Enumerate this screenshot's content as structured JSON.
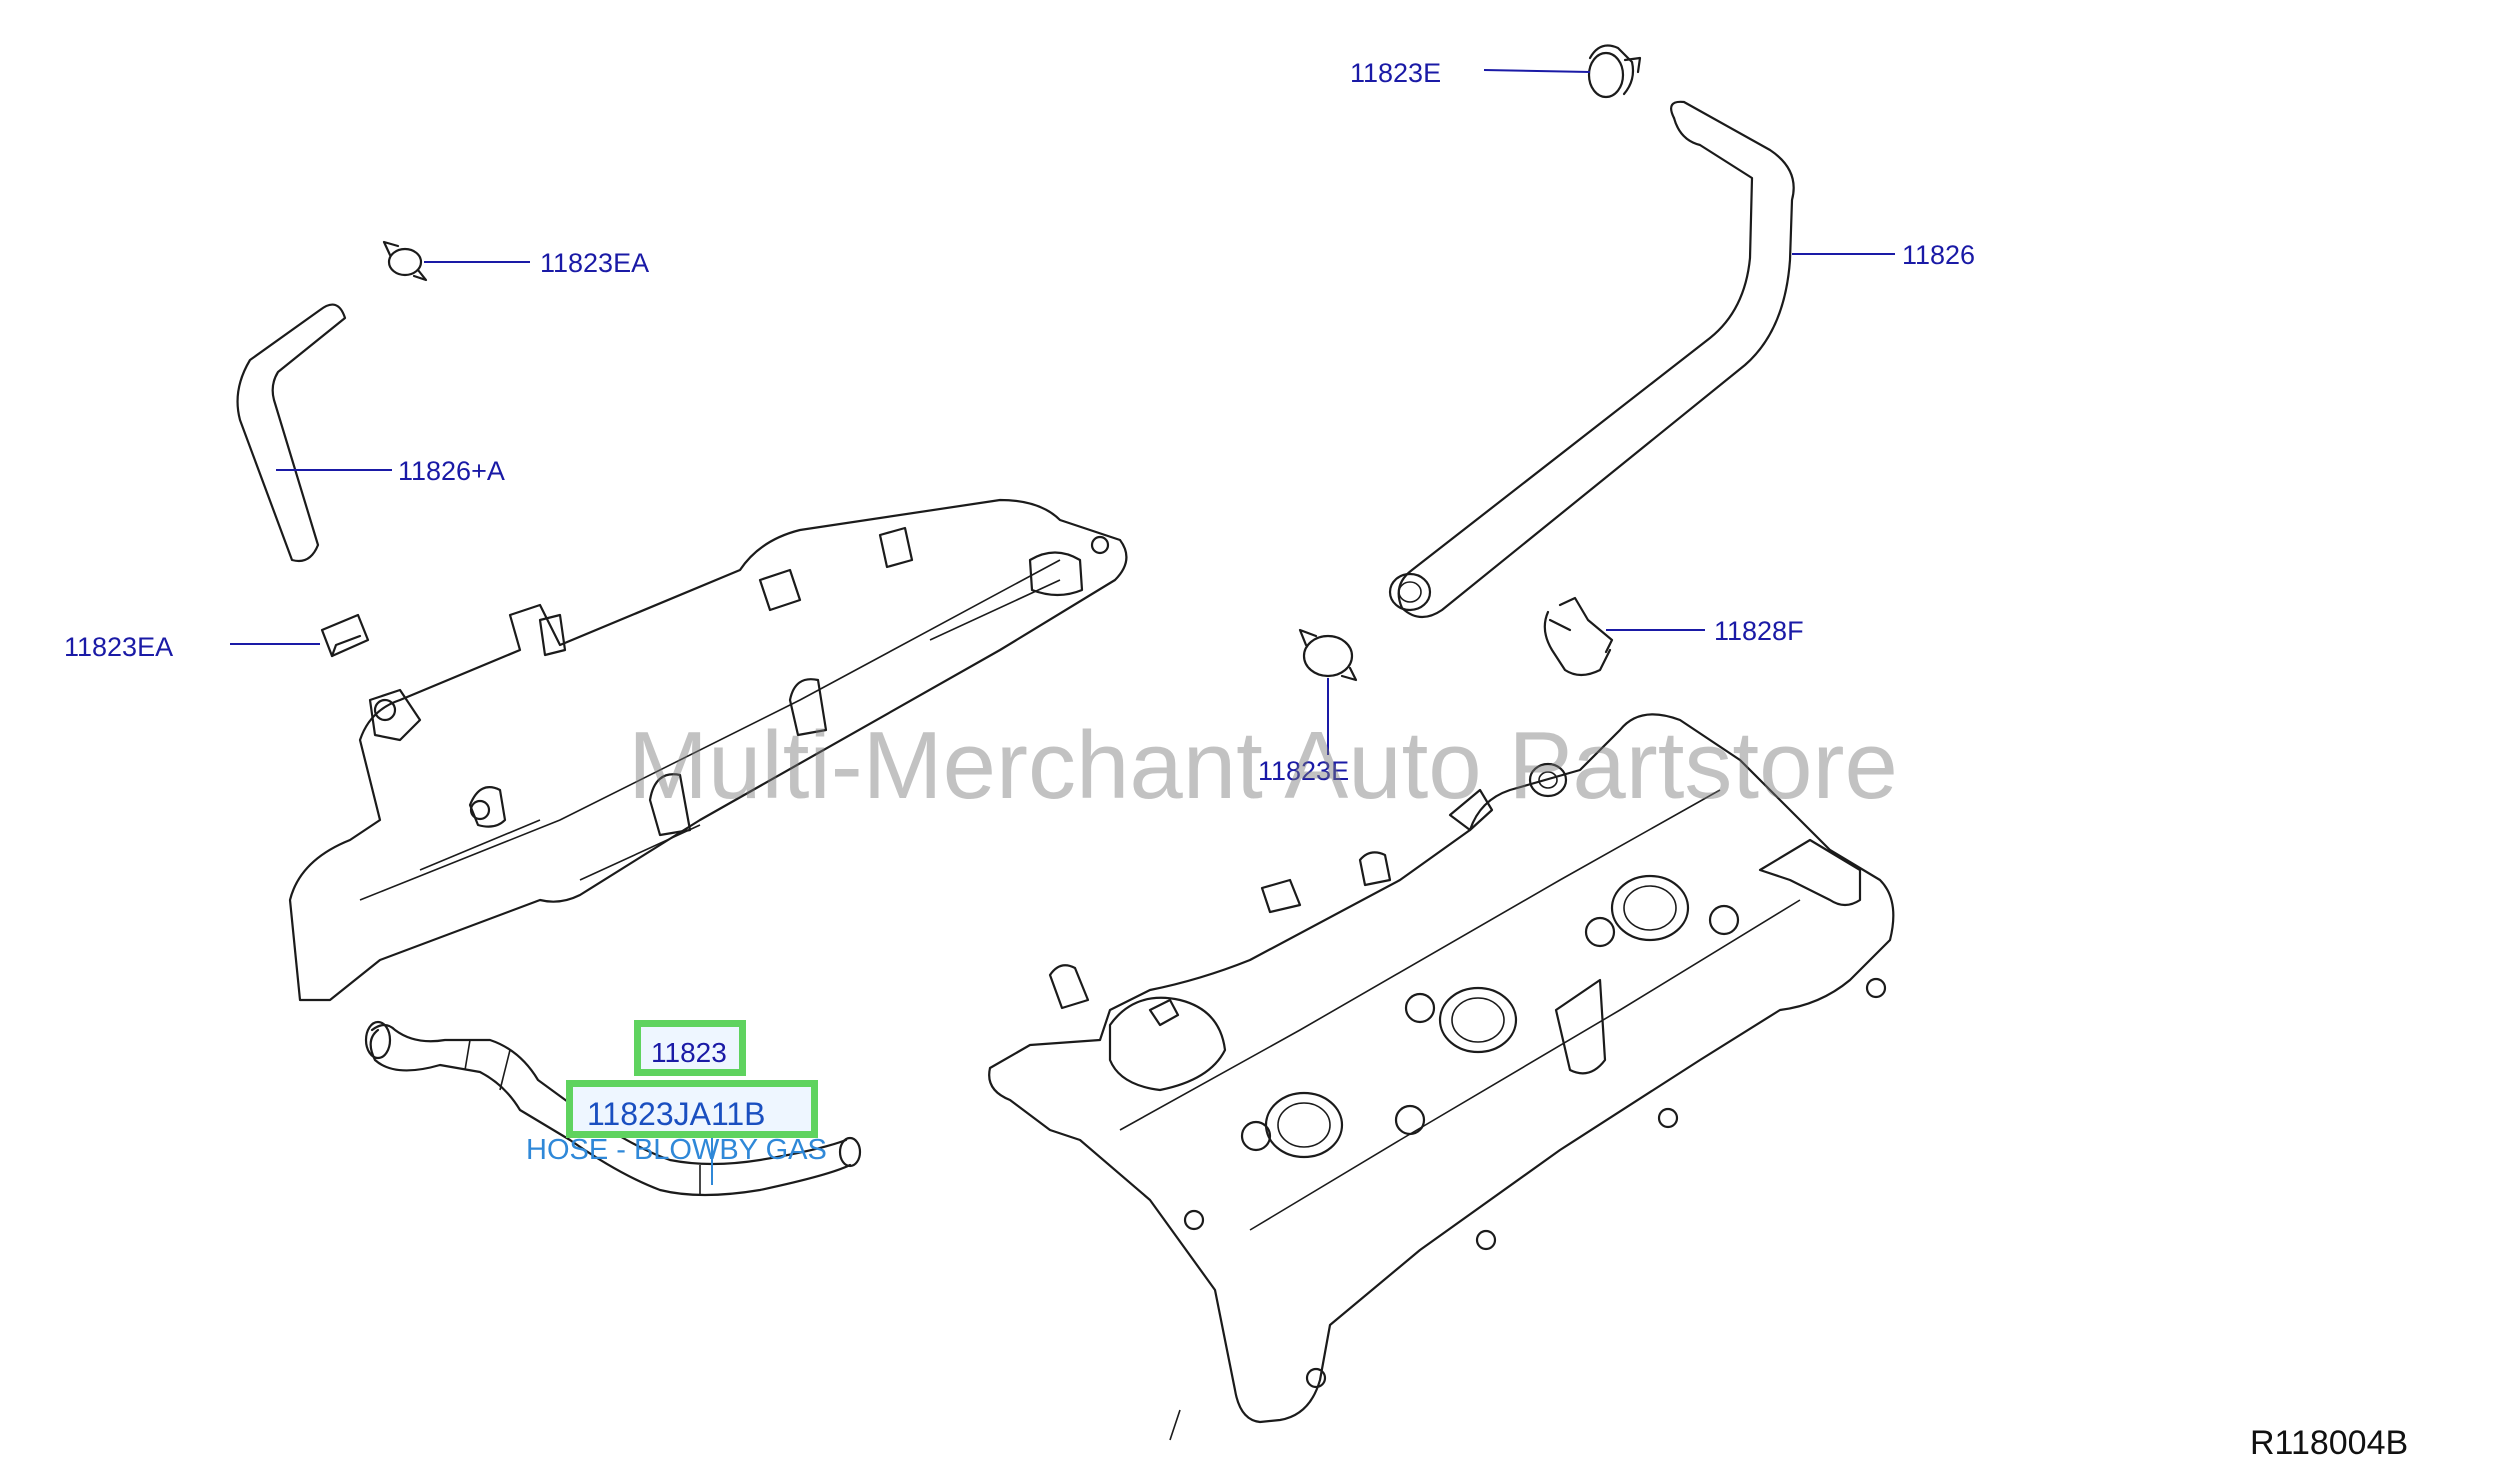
{
  "callouts": {
    "clamp_top_right": "11823E",
    "clamp_top_left": "11823EA",
    "hose_right": "11826",
    "hose_left": "11826+A",
    "clamp_left": "11823EA",
    "clip_right": "11828F",
    "clamp_mid": "11823E"
  },
  "highlight": {
    "ref_number": "11823",
    "part_number": "11823JA11B",
    "description": "HOSE - BLOWBY GAS",
    "border_color": "#5fd35f"
  },
  "watermark": "Multi-Merchant Auto Partstore",
  "diagram_code": "R118004B",
  "colors": {
    "callout": "#1a1aa6",
    "description": "#2f88d8",
    "line_art": "#1b1b1b"
  }
}
